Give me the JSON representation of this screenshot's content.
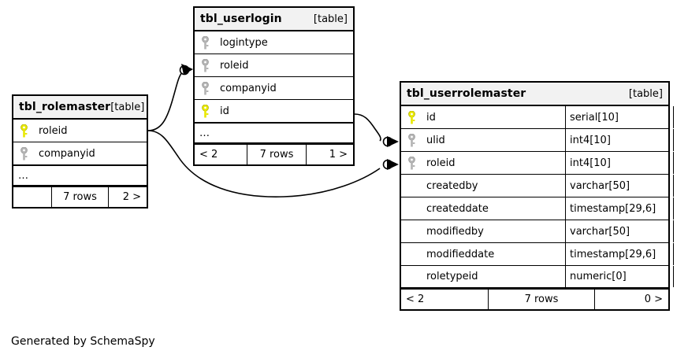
{
  "diagram": {
    "kind_label": "[table]",
    "ellipsis": "…",
    "caption": "Generated by SchemaSpy",
    "colors": {
      "primary_key": "#e8e800",
      "foreign_key": "#b3b3b3",
      "header_background": "#f2f2f2",
      "border": "#000000",
      "background": "#ffffff"
    }
  },
  "tables": {
    "rolemaster": {
      "name": "tbl_rolemaster",
      "kind": "[table]",
      "columns": [
        {
          "name": "roleid",
          "type": "",
          "key": "primary-key-icon"
        },
        {
          "name": "companyid",
          "type": "",
          "key": "foreign-key-icon"
        }
      ],
      "more": "…",
      "footer": {
        "prev": "",
        "rows": "7 rows",
        "next": "2 >"
      }
    },
    "userlogin": {
      "name": "tbl_userlogin",
      "kind": "[table]",
      "columns": [
        {
          "name": "logintype",
          "type": "",
          "key": "foreign-key-icon"
        },
        {
          "name": "roleid",
          "type": "",
          "key": "foreign-key-icon"
        },
        {
          "name": "companyid",
          "type": "",
          "key": "foreign-key-icon"
        },
        {
          "name": "id",
          "type": "",
          "key": "primary-key-icon"
        }
      ],
      "more": "…",
      "footer": {
        "prev": "< 2",
        "rows": "7 rows",
        "next": "1 >"
      }
    },
    "userrolemaster": {
      "name": "tbl_userrolemaster",
      "kind": "[table]",
      "columns": [
        {
          "name": "id",
          "type": "serial[10]",
          "key": "primary-key-icon"
        },
        {
          "name": "ulid",
          "type": "int4[10]",
          "key": "foreign-key-icon"
        },
        {
          "name": "roleid",
          "type": "int4[10]",
          "key": "foreign-key-icon"
        },
        {
          "name": "createdby",
          "type": "varchar[50]",
          "key": ""
        },
        {
          "name": "createddate",
          "type": "timestamp[29,6]",
          "key": ""
        },
        {
          "name": "modifiedby",
          "type": "varchar[50]",
          "key": ""
        },
        {
          "name": "modifieddate",
          "type": "timestamp[29,6]",
          "key": ""
        },
        {
          "name": "roletypeid",
          "type": "numeric[0]",
          "key": ""
        }
      ],
      "more": "",
      "footer": {
        "prev": "< 2",
        "rows": "7 rows",
        "next": "0 >"
      }
    }
  },
  "relationships": [
    {
      "from": "tbl_rolemaster.roleid",
      "to": "tbl_userlogin.roleid"
    },
    {
      "from": "tbl_rolemaster.roleid",
      "to": "tbl_userrolemaster.roleid"
    },
    {
      "from": "tbl_userlogin.id",
      "to": "tbl_userrolemaster.ulid"
    }
  ]
}
